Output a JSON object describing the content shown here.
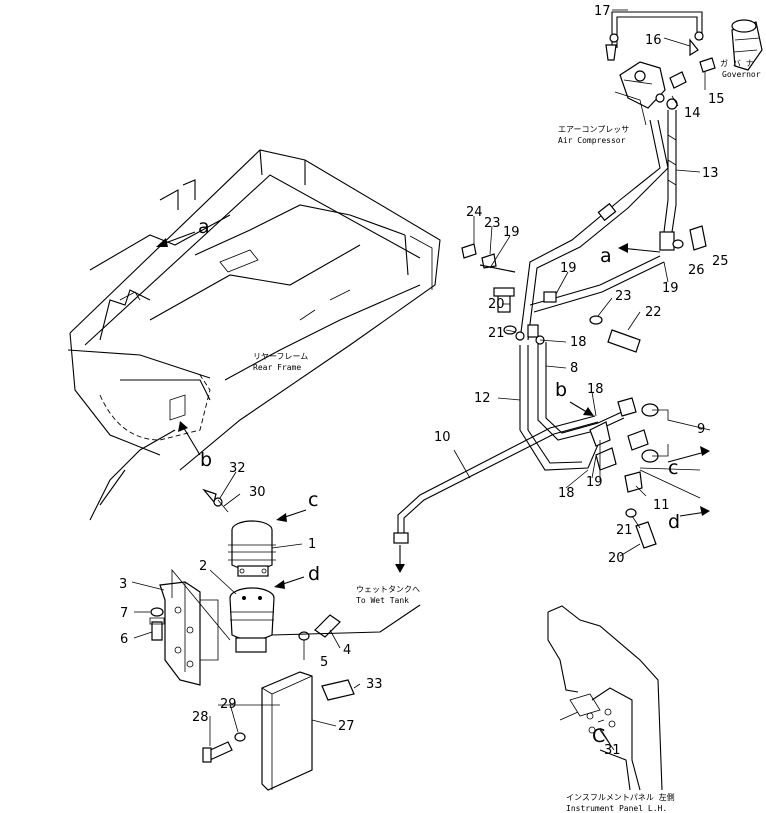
{
  "callouts": {
    "n1": "1",
    "n2": "2",
    "n3": "3",
    "n4": "4",
    "n5": "5",
    "n6": "6",
    "n7": "7",
    "n8": "8",
    "n9": "9",
    "n10": "10",
    "n11": "11",
    "n12": "12",
    "n13": "13",
    "n14": "14",
    "n15": "15",
    "n16": "16",
    "n17": "17",
    "n18a": "18",
    "n18b": "18",
    "n18c": "18",
    "n19a": "19",
    "n19b": "19",
    "n19c": "19",
    "n19d": "19",
    "n20a": "20",
    "n20b": "20",
    "n21a": "21",
    "n21b": "21",
    "n22": "22",
    "n23a": "23",
    "n23b": "23",
    "n24": "24",
    "n25": "25",
    "n26": "26",
    "n27": "27",
    "n28": "28",
    "n29": "29",
    "n30": "30",
    "n31": "31",
    "n32": "32",
    "n33": "33"
  },
  "refs": {
    "a1": "a",
    "a2": "a",
    "b1": "b",
    "b2": "b",
    "c1": "c",
    "c2": "c",
    "c3": "C",
    "d1": "d",
    "d2": "d"
  },
  "captions": {
    "governor_jp": "ガ バ ナ",
    "governor_en": "Governor",
    "compressor_jp": "エアーコンプレッサ",
    "compressor_en": "Air Compressor",
    "rear_frame_jp": "リヤーフレーム",
    "rear_frame_en": "Rear Frame",
    "wet_tank_jp": "ウェットタンクへ",
    "wet_tank_en": "To Wet Tank",
    "panel_jp": "インスフルメントパネル 左側",
    "panel_en": "Instrument Panel L.H."
  }
}
